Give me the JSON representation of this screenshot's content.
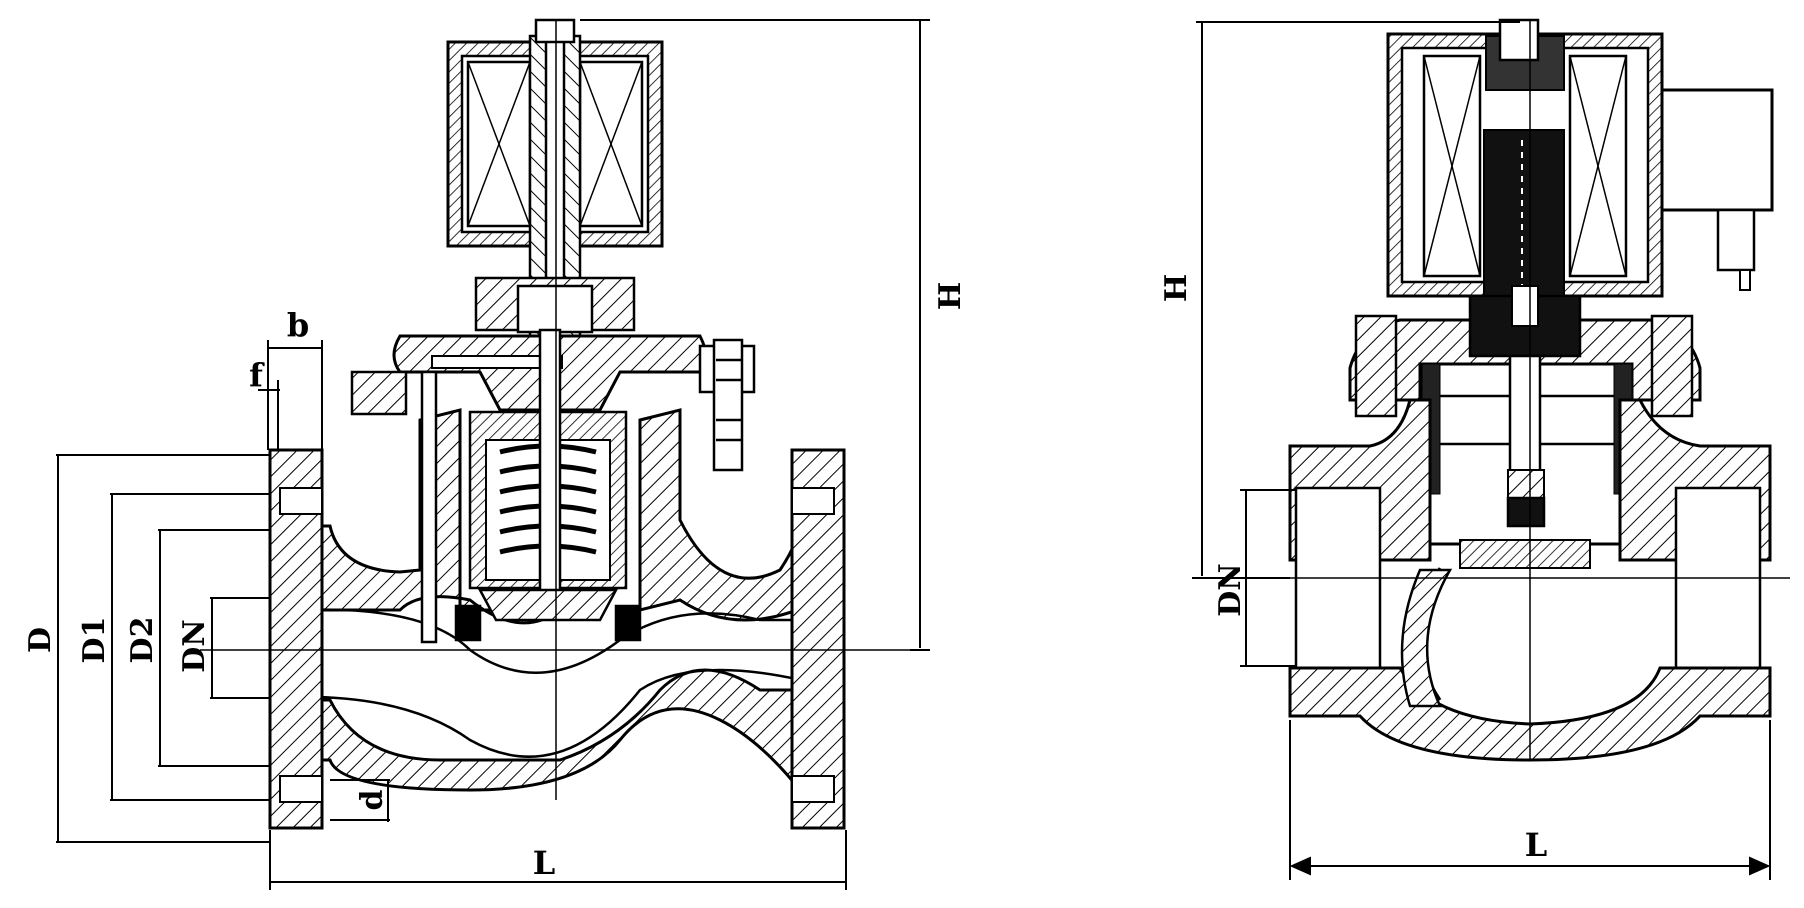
{
  "colors": {
    "line": "#000000",
    "background": "#ffffff",
    "hatch": "#000000",
    "solid_part": "#111111"
  },
  "left_view": {
    "labels": {
      "H": "H",
      "b": "b",
      "f": "f",
      "D": "D",
      "D1": "D1",
      "D2": "D2",
      "DN": "DN",
      "L": "L",
      "d": "d"
    }
  },
  "right_view": {
    "labels": {
      "H": "H",
      "DN": "DN",
      "L": "L"
    }
  }
}
